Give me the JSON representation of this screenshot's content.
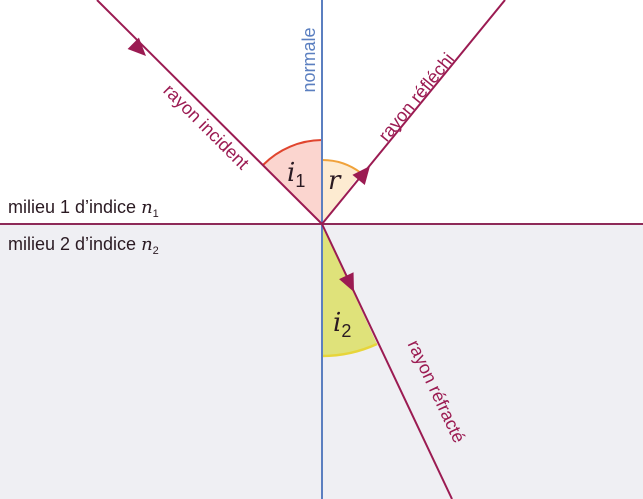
{
  "normal_label": "normale",
  "rays": {
    "incident": "rayon incident",
    "reflected": "rayon réfléchi",
    "refracted": "rayon réfracté"
  },
  "media": {
    "medium1": {
      "prefix": "milieu 1 d’indice ",
      "symbol": "n",
      "subscript": "1"
    },
    "medium2": {
      "prefix": "milieu 2 d’indice ",
      "symbol": "n",
      "subscript": "2"
    }
  },
  "angles": {
    "incidence": {
      "symbol": "i",
      "subscript": "1"
    },
    "reflection": {
      "symbol": "r"
    },
    "refraction": {
      "symbol": "i",
      "subscript": "2"
    }
  },
  "colors": {
    "ray": "#9b1b52",
    "normal": "#5b7fc0",
    "interface": "#8e2a58",
    "medium2_bg": "#efeff3",
    "incidence_fill": "#fbd5cf",
    "incidence_arc": "#e0452e",
    "reflection_fill": "#fdebd1",
    "reflection_arc": "#f0a23a",
    "refraction_fill": "#dfe27a",
    "refraction_arc": "#e7d53a",
    "text": "#2a1a22"
  }
}
